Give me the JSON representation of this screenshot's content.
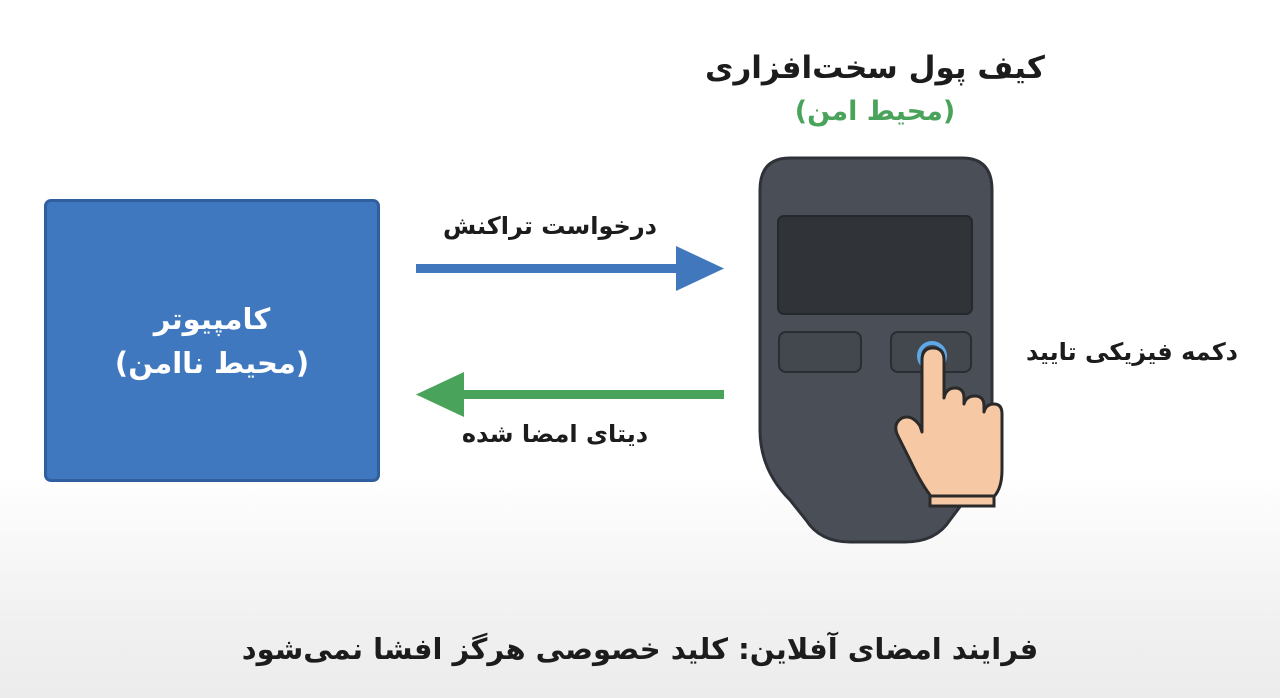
{
  "computer": {
    "title": "کامپیوتر",
    "environment": "(محیط ناامن)"
  },
  "wallet": {
    "title": "کیف پول سخت‌افزاری",
    "environment": "(محیط امن)"
  },
  "flows": {
    "request_label": "درخواست تراکنش",
    "signed_label": "دیتای امضا شده"
  },
  "device": {
    "button_label": "دکمه فیزیکی تایید"
  },
  "footer": {
    "caption": "فرایند امضای آفلاین: کلید خصوصی هرگز افشا نمی‌شود"
  },
  "colors": {
    "computer_fill": "#3f78bf",
    "request_arrow": "#4178bd",
    "signed_arrow": "#4aa35a",
    "secure_text": "#4aa35a",
    "device_body": "#4a4f57"
  },
  "icons": {
    "hand": "pointing-hand-icon"
  }
}
